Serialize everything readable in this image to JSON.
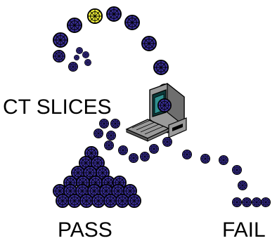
{
  "labels": {
    "ct_slices": "CT SLICES",
    "pass": "PASS",
    "fail": "FAIL"
  },
  "colors": {
    "ball_fill": "#3a2f9a",
    "ball_highlight": "#f2f23a",
    "spoke": "#000000",
    "ring": "#000000"
  },
  "icons": {
    "computer": "computer-terminal-icon",
    "ball": "ct-slice-ball-icon"
  }
}
